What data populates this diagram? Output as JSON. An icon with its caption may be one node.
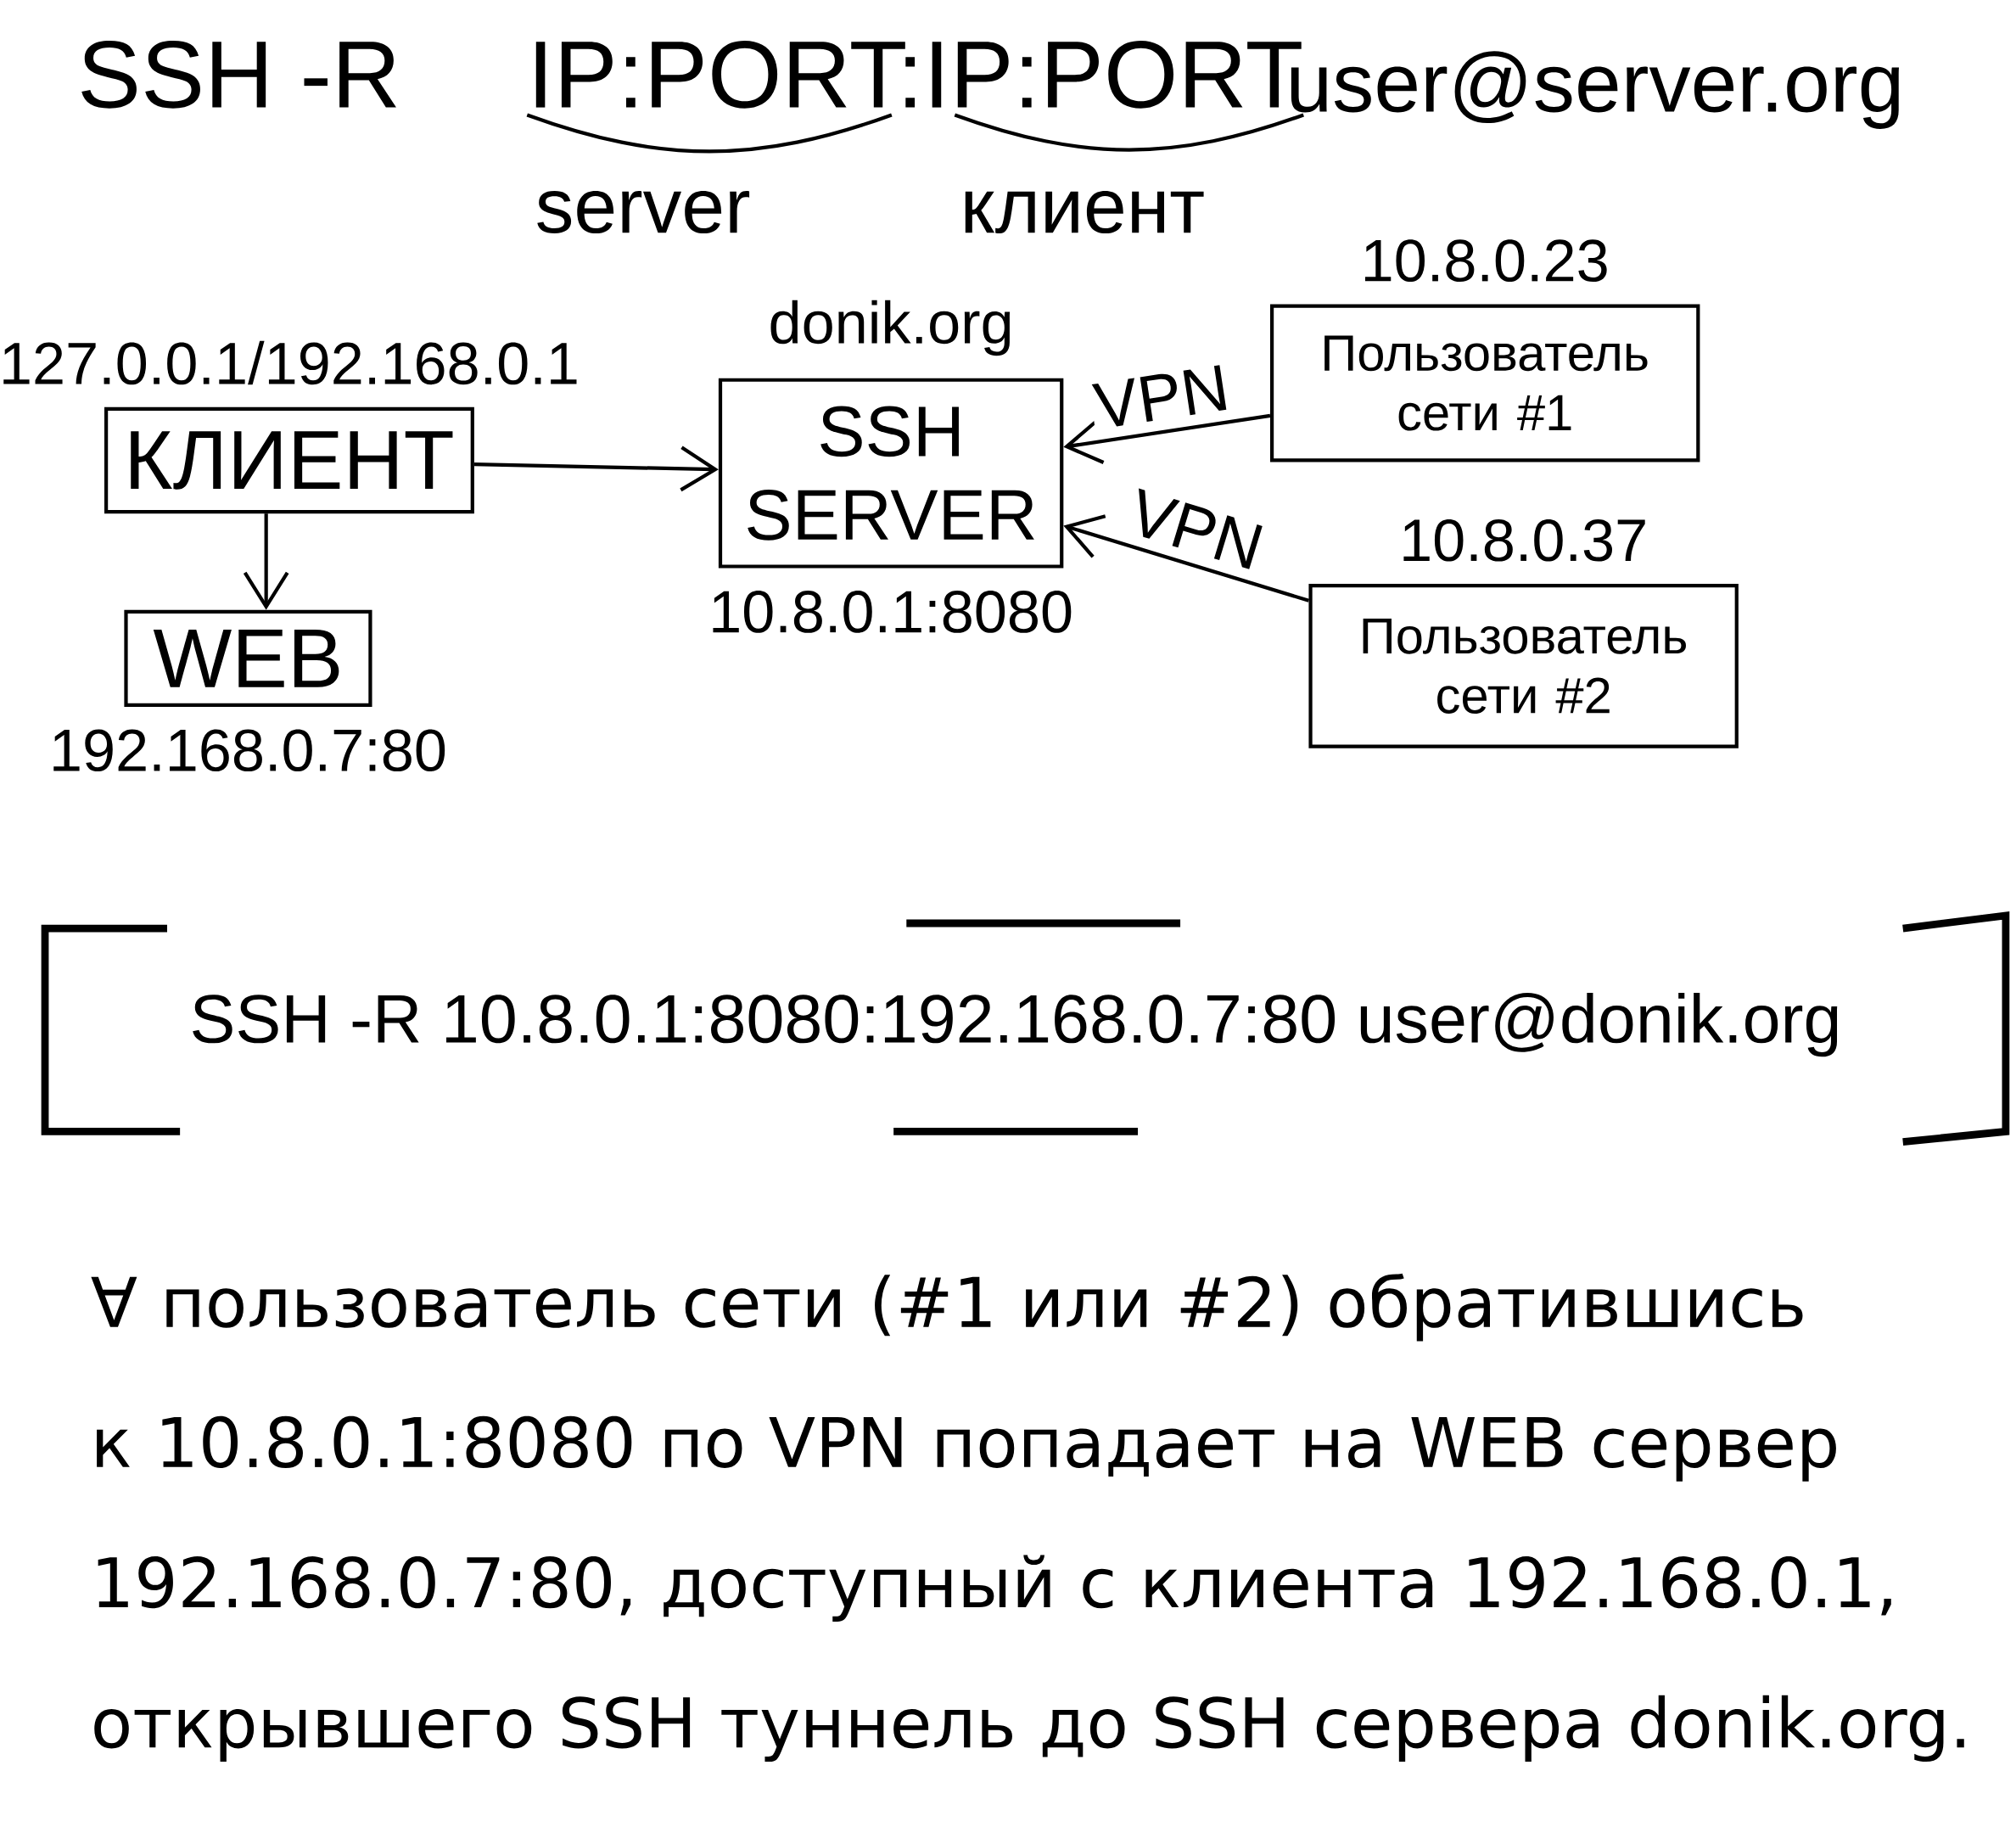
{
  "diagram": {
    "nodes": [
      {
        "text": [
          "КЛИЕНТ"
        ],
        "beside": [
          "127.0.0.1/192.168.0.1"
        ]
      },
      {
        "text": [
          "WEB"
        ],
        "beside": [
          "192.168.0.7:80"
        ]
      },
      {
        "text": [
          "SSH SERVER"
        ],
        "beside": [
          "donik.org",
          "10.8.0.1:8080"
        ]
      },
      {
        "text": [
          "Пользователь сети #1"
        ],
        "beside": [
          "10.8.0.23"
        ]
      },
      {
        "text": [
          "Пользователь сети #2"
        ],
        "beside": [
          "10.8.0.37"
        ]
      }
    ],
    "edges": [
      {
        "from": 0,
        "to": 2,
        "arrow": "to"
      },
      {
        "from": 0,
        "to": 1,
        "arrow": "to"
      },
      {
        "from": 3,
        "to": 2,
        "arrow": "to",
        "label": "VPN"
      },
      {
        "from": 4,
        "to": 2,
        "arrow": "to",
        "label": "VPN"
      }
    ],
    "labels": [
      "SSH -R",
      "IP:PORT:IP:PORT",
      "user@server.org",
      "server",
      "клиент",
      "SSH -R 10.8.0.1:8080:192.168.0.7:80 user@donik.org",
      "∀ пользователь сети (#1 или #2) обратившись к 10.8.0.1:8080 по VPN попадает на WEB сервер 192.168.0.7:80, доступный с клиента 192.168.0.1, открывшего SSH туннель до SSH сервера donik.org."
    ]
  }
}
